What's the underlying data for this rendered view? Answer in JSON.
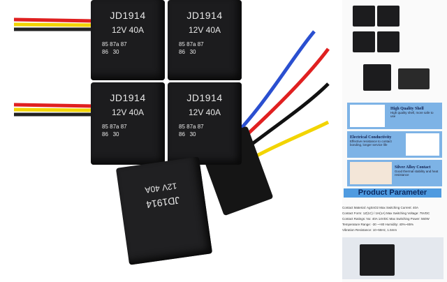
{
  "main_image": {
    "relays": [
      {
        "model": "JD1914",
        "rating": "12V  40A",
        "pins": "85 87a 87\n86   30"
      },
      {
        "model": "JD1914",
        "rating": "12V  40A",
        "pins": "85 87a 87\n86   30"
      },
      {
        "model": "JD1914",
        "rating": "12V  40A",
        "pins": "85 87a 87\n86   30"
      },
      {
        "model": "JD1914",
        "rating": "12V  40A",
        "pins": "85 87a 87\n86   30"
      }
    ],
    "front_relay": {
      "model": "JD1914",
      "rating": "12V 40A"
    },
    "wire_colors": [
      "#2a4fd0",
      "#e02020",
      "#111111",
      "#f2d400"
    ]
  },
  "thumbnail": {
    "features": [
      {
        "title": "High Quality Shell",
        "desc": "High quality shell, more safe to use"
      },
      {
        "title": "Electrical Conductivity",
        "desc": "Effective resistance to contact bonding, longer service life"
      },
      {
        "title": "Silver Alloy Contact",
        "desc": "Good thermal stability and heat resistance"
      }
    ],
    "param_title": "Product Parameter",
    "params": [
      "Contact Material: AgSnO2      Max Switching Current: 40A",
      "Contact Form: 1Z(1C) / 1H(1A)   Max Switching Voltage: 75VDC",
      "Contact Ratings: No: 40A 14VDC Max Switching Power: 560W",
      "Temperature Range: -30 ~+80     Humidity: 40%~85%",
      "Vibration Resistance: 10~55Hz, 1.5mm"
    ],
    "accent": "#7db3e6"
  }
}
